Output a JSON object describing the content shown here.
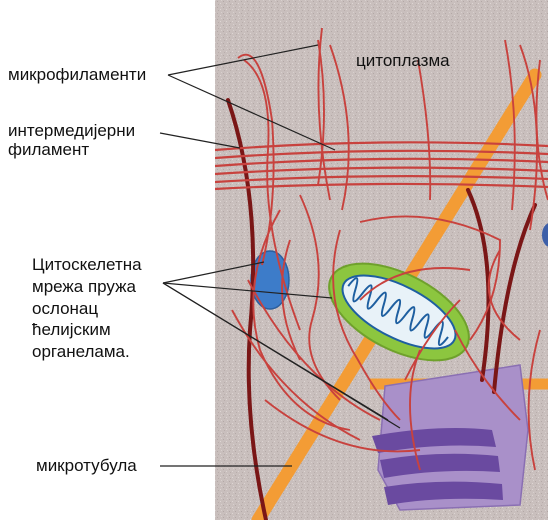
{
  "labels": {
    "microfilaments": "микрофиламенти",
    "intermediate_line1": "интермедијерни",
    "intermediate_line2": "филамент",
    "cytoskeleton_line1": "Цитоскелетна",
    "cytoskeleton_line2": "мрежа пружа",
    "cytoskeleton_line3": "ослонац",
    "cytoskeleton_line4": "ћелијским",
    "cytoskeleton_line5": "органелама.",
    "microtubule": "микротубула",
    "cytoplasm": "цитоплазма"
  },
  "colors": {
    "cytoplasm_bg": "#c9bfbd",
    "microfilament": "#c8423e",
    "intermediate_filament": "#7a1616",
    "microtubule": "#f39c35",
    "mitochondrion_outer": "#8cc63f",
    "mitochondrion_inner": "#1e5fa0",
    "vesicle": "#3d7cc9",
    "golgi": "#a990c9",
    "golgi_dark": "#6a4aa0"
  }
}
